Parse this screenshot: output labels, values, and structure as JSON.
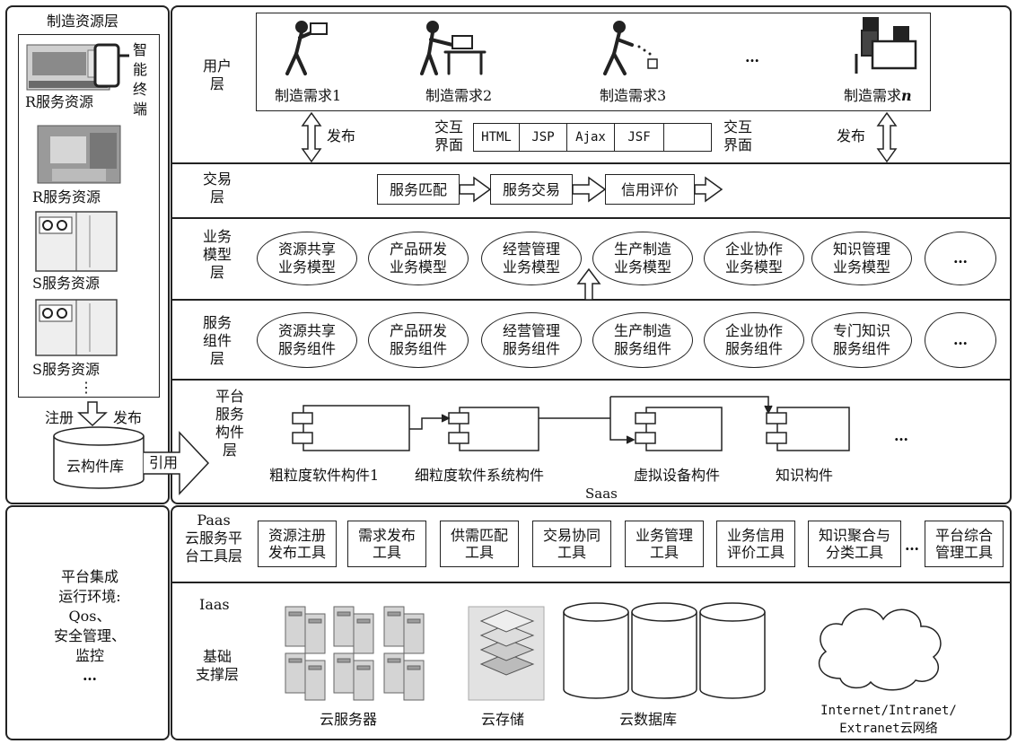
{
  "left": {
    "title": "制造资源层",
    "terminal_chars": [
      "智",
      "能",
      "终",
      "端"
    ],
    "res1": "R服务资源",
    "res2": "R服务资源",
    "res3": "S服务资源",
    "res4": "S服务资源",
    "ellipsis": "⋮",
    "register": "注册",
    "publish": "发布",
    "cloud_lib": "云构件库",
    "reference": "引用"
  },
  "user_layer": {
    "label_l1": "用户",
    "label_l2": "层",
    "demands": [
      "制造需求1",
      "制造需求2",
      "制造需求3",
      "制造需求"
    ],
    "demand_n": "n",
    "dots": "…",
    "publish_left": "发布",
    "publish_right": "发布",
    "interact_left_l1": "交互",
    "interact_left_l2": "界面",
    "interact_right_l1": "交互",
    "interact_right_l2": "界面",
    "tech": [
      "HTML",
      "JSP",
      "Ajax",
      "JSF",
      ""
    ]
  },
  "trade_layer": {
    "label_l1": "交易",
    "label_l2": "层",
    "steps": [
      "服务匹配",
      "服务交易",
      "信用评价"
    ]
  },
  "biz_layer": {
    "label": [
      "业务",
      "模型",
      "层"
    ],
    "models": [
      [
        "资源共享",
        "业务模型"
      ],
      [
        "产品研发",
        "业务模型"
      ],
      [
        "经营管理",
        "业务模型"
      ],
      [
        "生产制造",
        "业务模型"
      ],
      [
        "企业协作",
        "业务模型"
      ],
      [
        "知识管理",
        "业务模型"
      ]
    ],
    "more": "…"
  },
  "svc_layer": {
    "label": [
      "服务",
      "组件",
      "层"
    ],
    "components": [
      [
        "资源共享",
        "服务组件"
      ],
      [
        "产品研发",
        "服务组件"
      ],
      [
        "经营管理",
        "服务组件"
      ],
      [
        "生产制造",
        "服务组件"
      ],
      [
        "企业协作",
        "服务组件"
      ],
      [
        "专门知识",
        "服务组件"
      ]
    ],
    "more": "…"
  },
  "platform_layer": {
    "label": [
      "平台",
      "服务",
      "构件",
      "层"
    ],
    "components": [
      "粗粒度软件构件1",
      "细粒度软件系统构件",
      "虚拟设备构件",
      "知识构件"
    ],
    "more": "…",
    "saas": "Saas"
  },
  "bottom_left": {
    "lines": [
      "平台集成",
      "运行环境:",
      "Qos、",
      "安全管理、",
      "监控",
      "…"
    ]
  },
  "paas": {
    "label": [
      "Paas",
      "云服务平",
      "台工具层"
    ],
    "tools": [
      [
        "资源注册",
        "发布工具"
      ],
      [
        "需求发布",
        "工具"
      ],
      [
        "供需匹配",
        "工具"
      ],
      [
        "交易协同",
        "工具"
      ],
      [
        "业务管理",
        "工具"
      ],
      [
        "业务信用",
        "评价工具"
      ],
      [
        "知识聚合与",
        "分类工具"
      ],
      [
        "平台综合",
        "管理工具"
      ]
    ],
    "dots": "…"
  },
  "iaas": {
    "label": [
      "Iaas",
      "基础",
      "支撑层"
    ],
    "servers": "云服务器",
    "storage": "云存储",
    "database": "云数据库",
    "network_l1": "Internet/Intranet/",
    "network_l2": "Extranet云网络"
  }
}
